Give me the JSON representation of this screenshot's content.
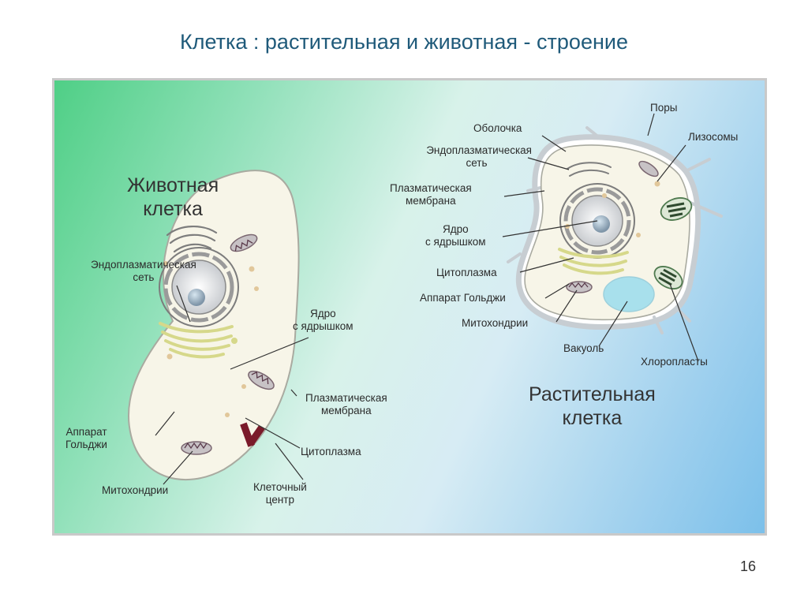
{
  "slide": {
    "title": "Клетка : растительная и животная - строение",
    "page_number": "16"
  },
  "animal_cell": {
    "name_line1": "Животная",
    "name_line2": "клетка",
    "labels": {
      "er_1": "Эндоплазматическая",
      "er_2": "сеть",
      "nucleus_1": "Ядро",
      "nucleus_2": "с ядрышком",
      "membrane_1": "Плазматическая",
      "membrane_2": "мембрана",
      "golgi_1": "Аппарат",
      "golgi_2": "Гольджи",
      "cytoplasm": "Цитоплазма",
      "mitochondria": "Митохондрии",
      "centrosome_1": "Клеточный",
      "centrosome_2": "центр"
    }
  },
  "plant_cell": {
    "name_line1": "Растительная",
    "name_line2": "клетка",
    "labels": {
      "pores": "Поры",
      "wall": "Оболочка",
      "lysosomes": "Лизосомы",
      "er_1": "Эндоплазматическая",
      "er_2": "сеть",
      "membrane_1": "Плазматическая",
      "membrane_2": "мембрана",
      "nucleus_1": "Ядро",
      "nucleus_2": "с ядрышком",
      "cytoplasm": "Цитоплазма",
      "golgi": "Аппарат Гольджи",
      "mitochondria": "Митохондрии",
      "vacuole": "Вакуоль",
      "chloroplasts": "Хлоропласты"
    }
  },
  "colors": {
    "title": "#1f5a7a",
    "cell_fill": "#f7f5e8",
    "golgi": "#d6d88a",
    "centrosome": "#7a1a2a",
    "vacuole": "#a8e0ec",
    "chloroplast": "#4f7a4f"
  }
}
